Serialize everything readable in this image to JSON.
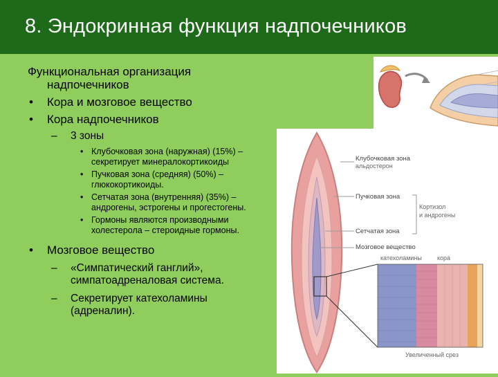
{
  "title": "8. Эндокринная функция надпочечников",
  "text": {
    "heading_line1": "Функциональная организация",
    "heading_line2": "надпочечников",
    "bullet1": "Кора и мозговое вещество",
    "bullet2": "Кора надпочечников",
    "sub_zones": "3 зоны",
    "zones": [
      "Клубочковая  зона (наружная) (15%) – секретирует минералокортикоиды",
      "Пучковая зона (средняя) (50%) – глюкокортикоиды.",
      "Сетчатая зона (внутренняя) (35%) – андрогены, эстрогены и прогестогены.",
      "Гормоны являются производными холестерола – стероидные гормоны."
    ],
    "bullet3": "Мозговое вещество",
    "medulla": [
      "«Симпатический ганглий», симпатоадреналовая система.",
      "Секретирует катехоламины (адреналин)."
    ]
  },
  "diagram": {
    "label_glomerular": "Клубочковая зона",
    "label_aldosterone": "альдостерон",
    "label_fascicular": "Пучковая зона",
    "label_cortisol": "Кортизол",
    "label_androgens": "и андрогены",
    "label_reticular": "Сетчатая зона",
    "label_medulla": "Мозговое вещество",
    "label_catecholamines": "катехоламины",
    "label_cortex": "кора",
    "label_enlarged": "Увеличенный срез"
  },
  "colors": {
    "background": "#8fce5c",
    "title_bar": "#1e6a1a",
    "cortex_outer": "#e9a19f",
    "cortex_inner": "#f3c3c0",
    "medulla": "#9f9ac9"
  }
}
